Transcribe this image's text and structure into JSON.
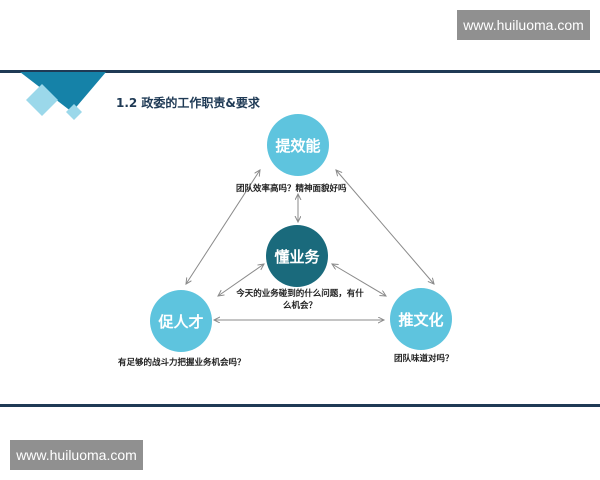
{
  "watermark": {
    "text": "www.huiluoma.com"
  },
  "slide": {
    "title": "1.2 政委的工作职责&要求"
  },
  "nodes": {
    "top": {
      "label": "提效能",
      "caption": "团队效率高吗？精神面貌好吗"
    },
    "center": {
      "label": "懂业务",
      "caption": "今天的业务碰到的什么问题，有什么机会？"
    },
    "left": {
      "label": "促人才",
      "caption": "有足够的战斗力把握业务机会吗？"
    },
    "right": {
      "label": "推文化",
      "caption": "团队味道对吗？"
    }
  },
  "colors": {
    "outer_node": "#5ec4de",
    "center_node": "#1a6a7c",
    "rule": "#1f3a55",
    "corner_dark": "#1582a8",
    "corner_light": "#9bd8ea",
    "arrow": "#8a8a8a",
    "watermark_bg": "#909090"
  }
}
